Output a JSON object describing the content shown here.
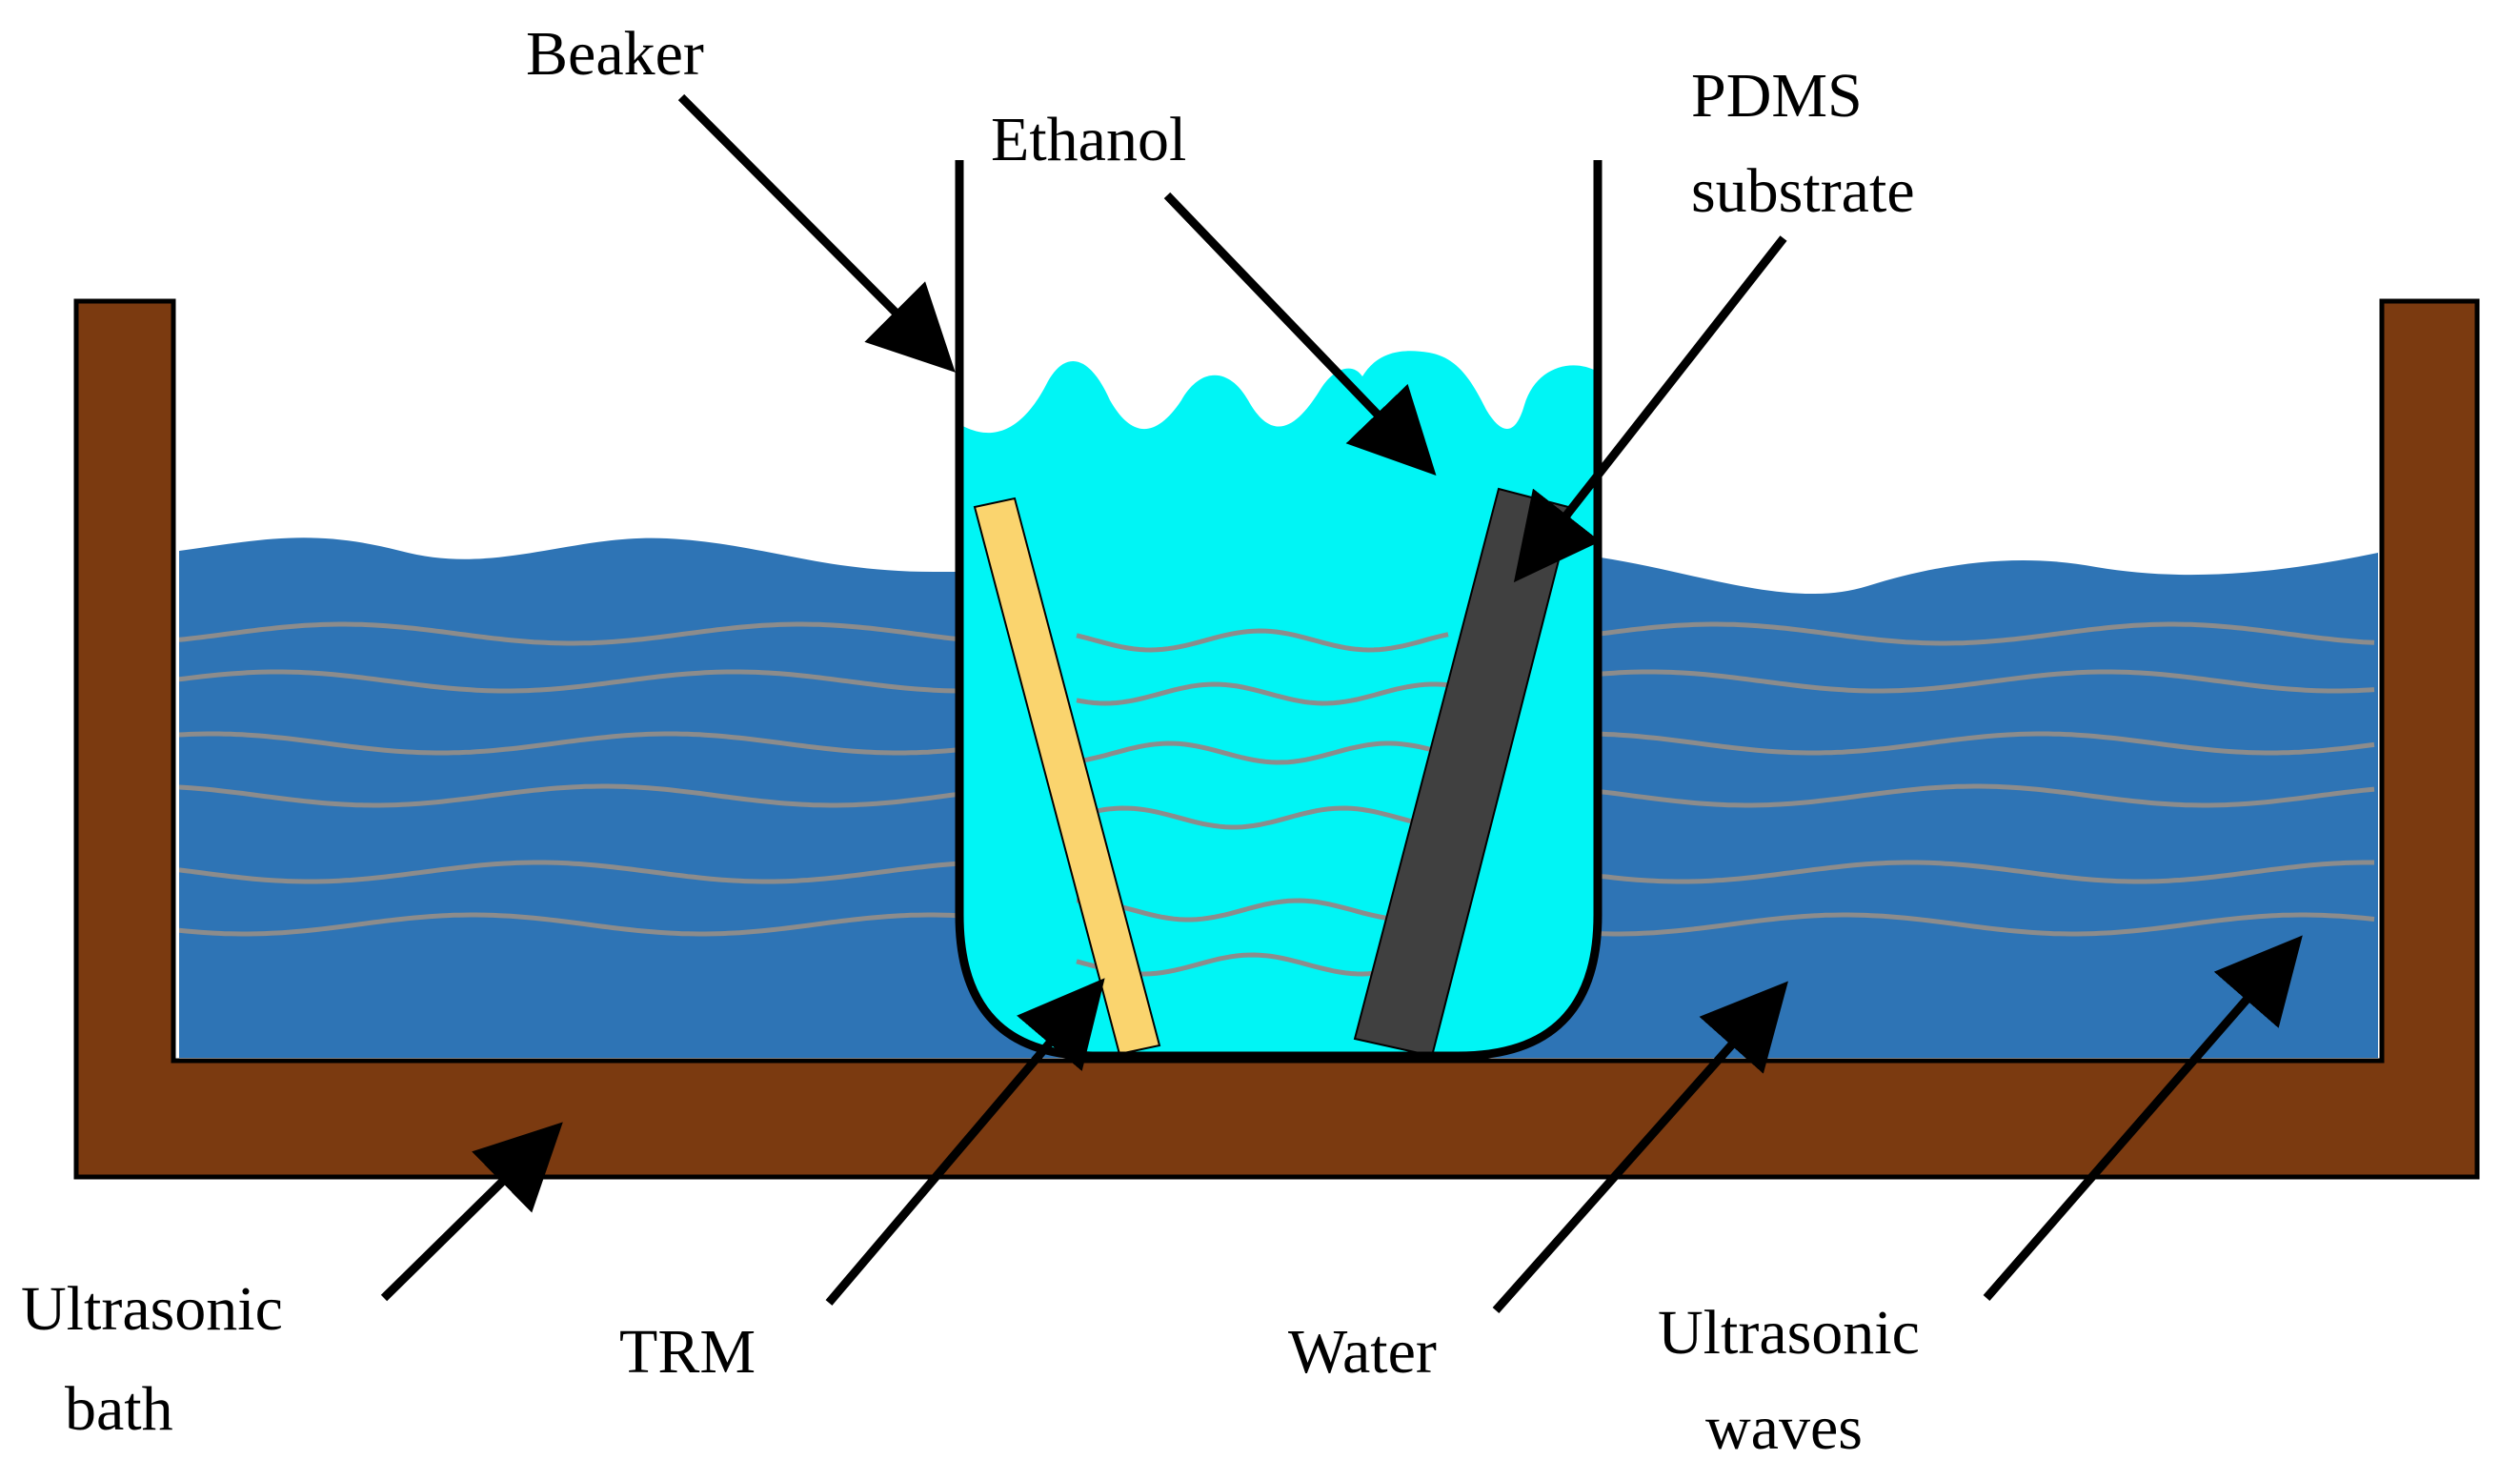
{
  "labels": {
    "beaker": "Beaker",
    "ethanol": "Ethanol",
    "pdms_line1": "PDMS",
    "pdms_line2": "substrate",
    "ultrasonic_bath_line1": "Ultrasonic",
    "ultrasonic_bath_line2": "bath",
    "trm": "TRM",
    "water": "Water",
    "ultrasonic_waves_line1": "Ultrasonic",
    "ultrasonic_waves_line2": "waves"
  },
  "colors": {
    "bath_wall": "#7B3A10",
    "water": "#2E74B5",
    "ethanol": "#00F5F5",
    "trm_strip": "#FAD46E",
    "pdms_strip": "#404040",
    "wave_line": "#8C8C8C",
    "outline": "#000000"
  }
}
